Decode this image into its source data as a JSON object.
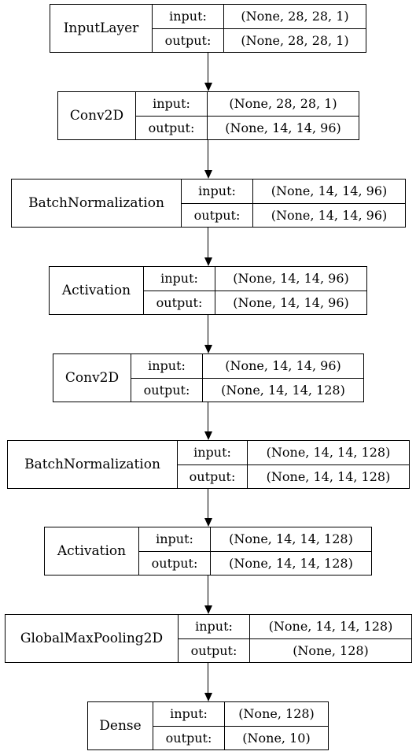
{
  "diagram": {
    "input_label": "input:",
    "output_label": "output:",
    "layers": [
      {
        "name": "InputLayer",
        "input": "(None, 28, 28, 1)",
        "output": "(None, 28, 28, 1)"
      },
      {
        "name": "Conv2D",
        "input": "(None, 28, 28, 1)",
        "output": "(None, 14, 14, 96)"
      },
      {
        "name": "BatchNormalization",
        "input": "(None, 14, 14, 96)",
        "output": "(None, 14, 14, 96)"
      },
      {
        "name": "Activation",
        "input": "(None, 14, 14, 96)",
        "output": "(None, 14, 14, 96)"
      },
      {
        "name": "Conv2D",
        "input": "(None, 14, 14, 96)",
        "output": "(None, 14, 14, 128)"
      },
      {
        "name": "BatchNormalization",
        "input": "(None, 14, 14, 128)",
        "output": "(None, 14, 14, 128)"
      },
      {
        "name": "Activation",
        "input": "(None, 14, 14, 128)",
        "output": "(None, 14, 14, 128)"
      },
      {
        "name": "GlobalMaxPooling2D",
        "input": "(None, 14, 14, 128)",
        "output": "(None, 128)"
      },
      {
        "name": "Dense",
        "input": "(None, 128)",
        "output": "(None, 10)"
      }
    ]
  }
}
